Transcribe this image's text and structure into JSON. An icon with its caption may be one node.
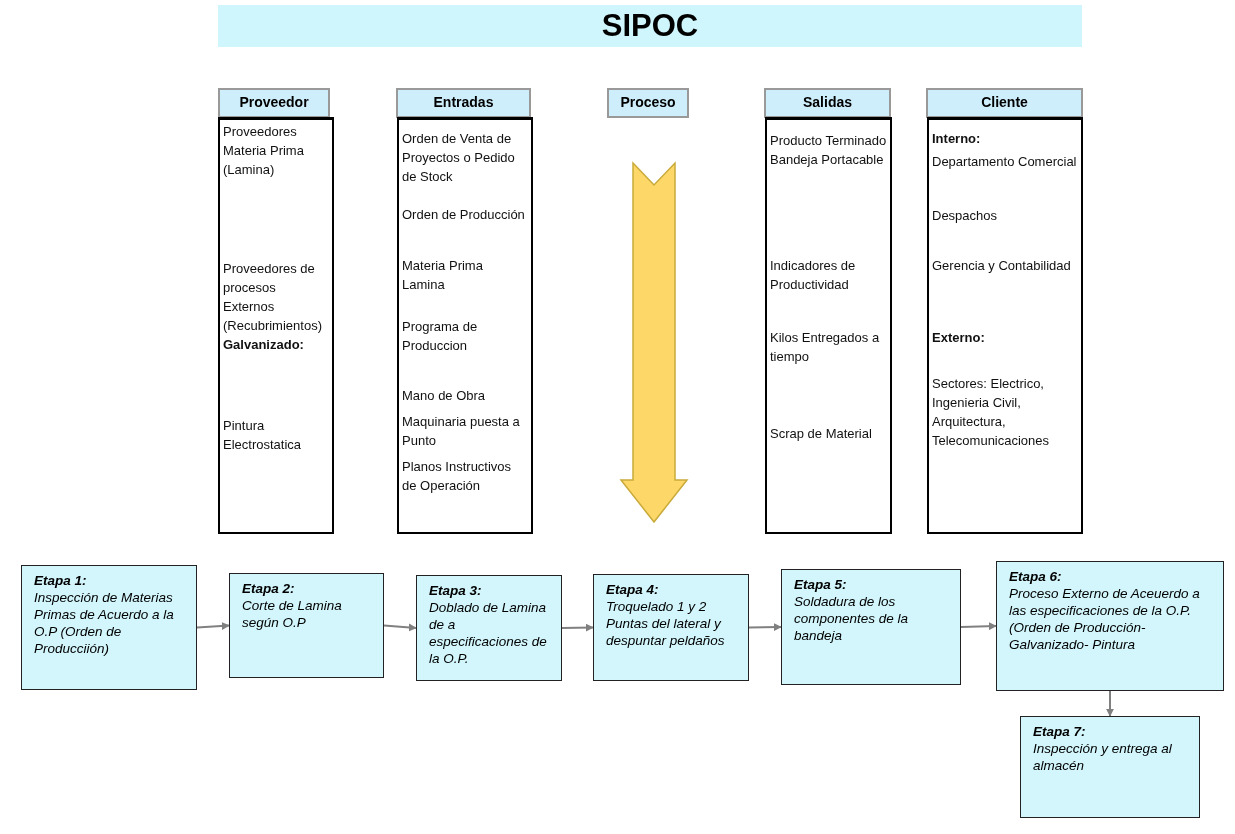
{
  "diagram": {
    "title": "SIPOC",
    "nodes": [
      {
        "text": [
          "Proveedor"
        ]
      },
      {
        "text": [
          "Entradas"
        ]
      },
      {
        "text": [
          "Proceso"
        ]
      },
      {
        "text": [
          "Salidas"
        ]
      },
      {
        "text": [
          "Cliente"
        ]
      },
      {
        "text": [
          "Proveedores Materia Prima (Lamina)",
          "Proveedores de procesos Externos (Recubrimientos)",
          "Galvanizado:",
          "Pintura Electrostatica"
        ]
      },
      {
        "text": [
          "Orden de Venta de Proyectos o Pedido de Stock",
          "Orden de Producción",
          "Materia Prima Lamina",
          "Programa de Produccion",
          "Mano de Obra",
          "Maquinaria puesta a Punto",
          "Planos Instructivos de Operación"
        ]
      },
      {
        "text": [
          "Producto Terminado Bandeja Portacable",
          "Indicadores de Productividad",
          "Kilos Entregados a tiempo",
          "Scrap de Material"
        ]
      },
      {
        "text": [
          "Interno:",
          "Departamento Comercial",
          "Despachos",
          "Gerencia y Contabilidad",
          "Externo:",
          "Sectores: Electrico, Ingenieria Civil, Arquitectura, Telecomunicaciones"
        ]
      },
      {
        "text": [
          "Etapa 1:",
          "Inspección de Materias Primas de Acuerdo a la O.P (Orden de Producciión)"
        ]
      },
      {
        "text": [
          "Etapa 2:",
          "Corte de Lamina según O.P"
        ]
      },
      {
        "text": [
          "Etapa 3:",
          "Doblado de Lamina de a especificaciones de la O.P."
        ]
      },
      {
        "text": [
          "Etapa 4:",
          "Troquelado 1 y 2 Puntas del lateral y despuntar peldaños"
        ]
      },
      {
        "text": [
          "Etapa 5:",
          "Soldadura de los componentes de la bandeja"
        ]
      },
      {
        "text": [
          "Etapa 6:",
          "Proceso Externo de Aceuerdo a las especificaciones de la O.P. (Orden de Producción- Galvanizado- Pintura"
        ]
      },
      {
        "text": [
          "Etapa 7:",
          "Inspección y entrega al almacén"
        ]
      }
    ],
    "edges": [
      {
        "from": 9,
        "to": 10,
        "arrow": "to"
      },
      {
        "from": 10,
        "to": 11,
        "arrow": "to"
      },
      {
        "from": 11,
        "to": 12,
        "arrow": "to"
      },
      {
        "from": 12,
        "to": 13,
        "arrow": "to"
      },
      {
        "from": 13,
        "to": 14,
        "arrow": "to"
      },
      {
        "from": 14,
        "to": 15,
        "arrow": "to"
      }
    ]
  }
}
